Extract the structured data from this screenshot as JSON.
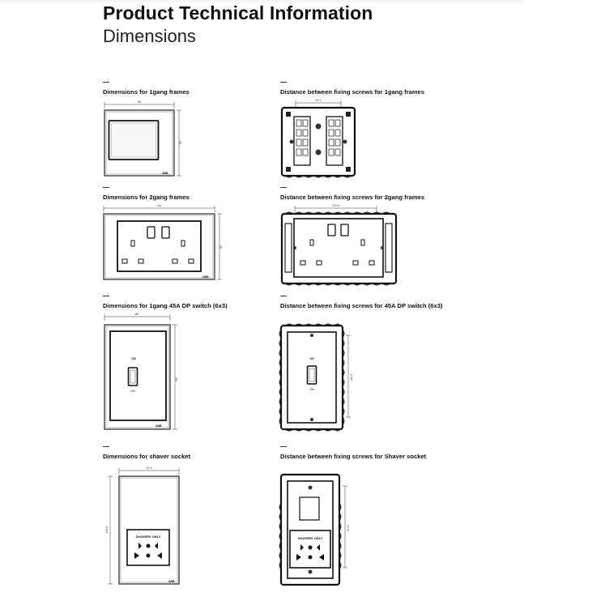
{
  "header": {
    "title": "Product Technical Information",
    "subtitle": "Dimensions"
  },
  "sections": [
    {
      "label": "Dimensions for 1gang frames"
    },
    {
      "label": "Distance between fixing screws for 1gang frames"
    },
    {
      "label": "Dimensions for 2gang frames"
    },
    {
      "label": "Distance between fixing screws for 2gang frames"
    },
    {
      "label": "Dimensions for 1gang 45A DP switch (6x3)"
    },
    {
      "label": "Distance between fixing screws for 45A DP switch (6x3)"
    },
    {
      "label": "Dimensions for shaver socket"
    },
    {
      "label": "Distance between fixing screws for Shaver socket"
    }
  ],
  "dimensions": {
    "frame_1gang_width": "86",
    "frame_1gang_height": "86",
    "screws_1gang": "60.3",
    "frame_2gang_width": "146",
    "frame_2gang_height": "86",
    "screws_2gang": "120.6",
    "switch_45a_width": "86",
    "switch_45a_height": "146",
    "screws_45a": "120.6",
    "shaver_width": "87.8",
    "shaver_height": "169.6",
    "screws_shaver": "121.6"
  },
  "labels": {
    "brand": "ABB",
    "switch_on_off": "ON\nOFF",
    "switch_on": "ON",
    "shaver_text": "SHAVERS ONLY"
  }
}
